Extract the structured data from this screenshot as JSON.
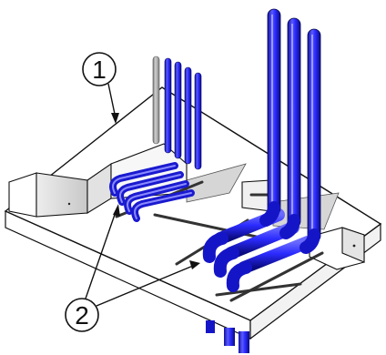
{
  "callouts": [
    {
      "id": "1",
      "label": "1"
    },
    {
      "id": "2",
      "label": "2"
    }
  ],
  "colors": {
    "pipe_blue": "#2b2bff",
    "pipe_highlight": "#9a9aff",
    "pipe_shadow": "#0e0e9a",
    "grey_pipe": "#a8a8a8",
    "rod": "#333333",
    "slab_fill": "#ffffff",
    "slab_edge": "#111111"
  }
}
